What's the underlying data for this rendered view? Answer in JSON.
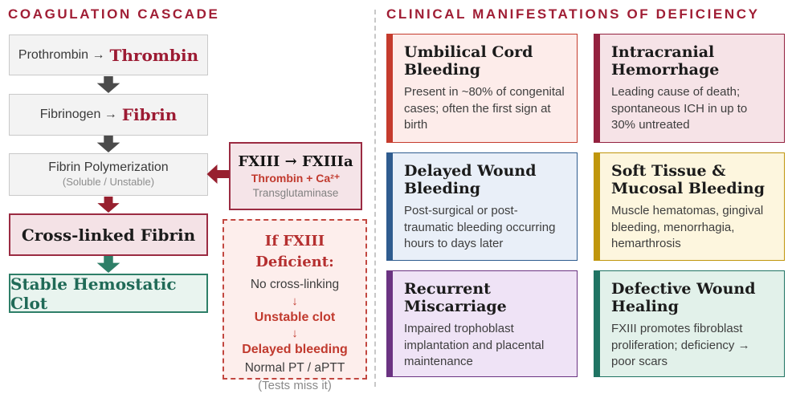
{
  "left": {
    "title": "COAGULATION CASCADE",
    "steps": [
      {
        "plain": "Prothrombin →",
        "em": "Thrombin"
      },
      {
        "plain": "Fibrinogen →",
        "em": "Fibrin"
      },
      {
        "line1": "Fibrin Polymerization",
        "line2": "(Soluble / Unstable)"
      },
      {
        "title": "Cross-linked Fibrin"
      },
      {
        "title": "Stable Hemostatic Clot"
      }
    ],
    "fxiii_box": {
      "title": "FXIII → FXIIIa",
      "line2": "Thrombin + Ca²⁺",
      "line3": "Transglutaminase"
    },
    "deficient_box": {
      "title": "If FXIII Deficient:",
      "lines": [
        "No cross-linking",
        "↓",
        "Unstable clot",
        "↓",
        "Delayed bleeding",
        "Normal PT / aPTT",
        "(Tests miss it)"
      ]
    }
  },
  "right": {
    "title": "CLINICAL MANIFESTATIONS OF DEFICIENCY",
    "cards": [
      {
        "title": "Umbilical Cord Bleeding",
        "body": "Present in ~80% of congenital cases; often the first sign at birth",
        "accent": "#c53b2d",
        "bg": "#fdecea"
      },
      {
        "title": "Intracranial Hemorrhage",
        "body": "Leading cause of death; spontaneous ICH in up to 30% untreated",
        "accent": "#93213f",
        "bg": "#f6e3e7"
      },
      {
        "title": "Delayed Wound Bleeding",
        "body": "Post-surgical or post-traumatic bleeding occurring hours to days later",
        "accent": "#2f5c8f",
        "bg": "#e9eff8"
      },
      {
        "title": "Soft Tissue & Mucosal Bleeding",
        "body": "Muscle hematomas, gingival bleeding, menorrhagia, hemarthrosis",
        "accent": "#c0960c",
        "bg": "#fdf6de"
      },
      {
        "title": "Recurrent Miscarriage",
        "body": "Impaired trophoblast implantation and placental maintenance",
        "accent": "#6b3382",
        "bg": "#efe3f6"
      },
      {
        "title": "Defective Wound Healing",
        "body": "FXIII promotes fibroblast proliferation; deficiency → poor scars",
        "accent": "#207463",
        "bg": "#e2f1ea"
      }
    ]
  },
  "colors": {
    "title_red": "#a01e35",
    "arrow_gray": "#4b4b4b",
    "arrow_red": "#97202f",
    "arrow_green": "#2e7f68"
  }
}
